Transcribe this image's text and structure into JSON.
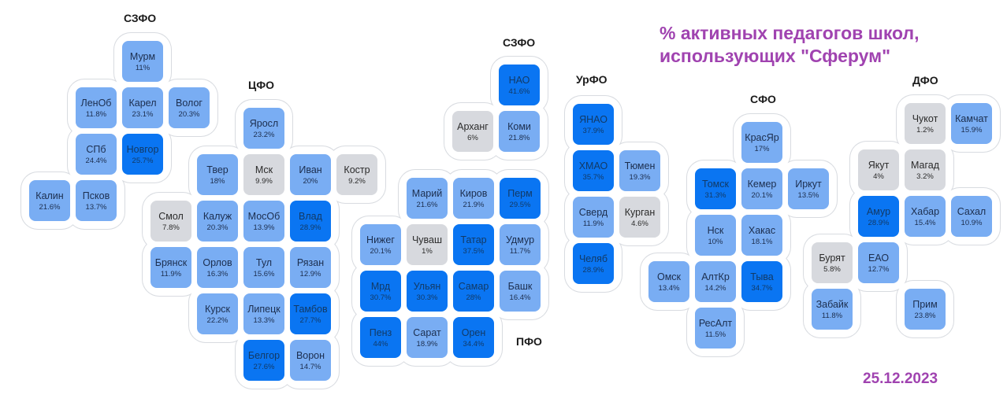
{
  "title": {
    "line1": "% активных педагогов школ,",
    "line2": "использующих \"Сферум\""
  },
  "date": "25.12.2023",
  "colors": {
    "high": "#0a75f2",
    "mid": "#79adf3",
    "low": "#d7d9de",
    "accent": "#a043b0"
  },
  "districts": [
    {
      "id": "szfo-west",
      "label": "СЗФО"
    },
    {
      "id": "cfo",
      "label": "ЦФО"
    },
    {
      "id": "szfo-north",
      "label": "СЗФО"
    },
    {
      "id": "pfo",
      "label": "ПФО"
    },
    {
      "id": "urfo",
      "label": "УрФО"
    },
    {
      "id": "sfo",
      "label": "СФО"
    },
    {
      "id": "dfo",
      "label": "ДФО"
    }
  ],
  "regions": [
    {
      "district": "szfo-west",
      "name": "Мурм",
      "value": "11%",
      "level": "mid"
    },
    {
      "district": "szfo-west",
      "name": "ЛенОб",
      "value": "11.8%",
      "level": "mid"
    },
    {
      "district": "szfo-west",
      "name": "Карел",
      "value": "23.1%",
      "level": "mid"
    },
    {
      "district": "szfo-west",
      "name": "Волог",
      "value": "20.3%",
      "level": "mid"
    },
    {
      "district": "szfo-west",
      "name": "СПб",
      "value": "24.4%",
      "level": "mid"
    },
    {
      "district": "szfo-west",
      "name": "Новгор",
      "value": "25.7%",
      "level": "high"
    },
    {
      "district": "szfo-west",
      "name": "Калин",
      "value": "21.6%",
      "level": "mid"
    },
    {
      "district": "szfo-west",
      "name": "Псков",
      "value": "13.7%",
      "level": "mid"
    },
    {
      "district": "cfo",
      "name": "Яросл",
      "value": "23.2%",
      "level": "mid"
    },
    {
      "district": "cfo",
      "name": "Твер",
      "value": "18%",
      "level": "mid"
    },
    {
      "district": "cfo",
      "name": "Мск",
      "value": "9.9%",
      "level": "low"
    },
    {
      "district": "cfo",
      "name": "Иван",
      "value": "20%",
      "level": "mid"
    },
    {
      "district": "cfo",
      "name": "Костр",
      "value": "9.2%",
      "level": "low"
    },
    {
      "district": "cfo",
      "name": "Смол",
      "value": "7.8%",
      "level": "low"
    },
    {
      "district": "cfo",
      "name": "Калуж",
      "value": "20.3%",
      "level": "mid"
    },
    {
      "district": "cfo",
      "name": "МосОб",
      "value": "13.9%",
      "level": "mid"
    },
    {
      "district": "cfo",
      "name": "Влад",
      "value": "28.9%",
      "level": "high"
    },
    {
      "district": "cfo",
      "name": "Брянск",
      "value": "11.9%",
      "level": "mid"
    },
    {
      "district": "cfo",
      "name": "Орлов",
      "value": "16.3%",
      "level": "mid"
    },
    {
      "district": "cfo",
      "name": "Тул",
      "value": "15.6%",
      "level": "mid"
    },
    {
      "district": "cfo",
      "name": "Рязан",
      "value": "12.9%",
      "level": "mid"
    },
    {
      "district": "cfo",
      "name": "Курск",
      "value": "22.2%",
      "level": "mid"
    },
    {
      "district": "cfo",
      "name": "Липецк",
      "value": "13.3%",
      "level": "mid"
    },
    {
      "district": "cfo",
      "name": "Тамбов",
      "value": "27.7%",
      "level": "high"
    },
    {
      "district": "cfo",
      "name": "Белгор",
      "value": "27.6%",
      "level": "high"
    },
    {
      "district": "cfo",
      "name": "Ворон",
      "value": "14.7%",
      "level": "mid"
    },
    {
      "district": "szfo-north",
      "name": "НАО",
      "value": "41.6%",
      "level": "high"
    },
    {
      "district": "szfo-north",
      "name": "Арханг",
      "value": "6%",
      "level": "low"
    },
    {
      "district": "szfo-north",
      "name": "Коми",
      "value": "21.8%",
      "level": "mid"
    },
    {
      "district": "pfo",
      "name": "Марий",
      "value": "21.6%",
      "level": "mid"
    },
    {
      "district": "pfo",
      "name": "Киров",
      "value": "21.9%",
      "level": "mid"
    },
    {
      "district": "pfo",
      "name": "Перм",
      "value": "29.5%",
      "level": "high"
    },
    {
      "district": "pfo",
      "name": "Нижег",
      "value": "20.1%",
      "level": "mid"
    },
    {
      "district": "pfo",
      "name": "Чуваш",
      "value": "1%",
      "level": "low"
    },
    {
      "district": "pfo",
      "name": "Татар",
      "value": "37.5%",
      "level": "high"
    },
    {
      "district": "pfo",
      "name": "Удмур",
      "value": "11.7%",
      "level": "mid"
    },
    {
      "district": "pfo",
      "name": "Мрд",
      "value": "30.7%",
      "level": "high"
    },
    {
      "district": "pfo",
      "name": "Ульян",
      "value": "30.3%",
      "level": "high"
    },
    {
      "district": "pfo",
      "name": "Самар",
      "value": "28%",
      "level": "high"
    },
    {
      "district": "pfo",
      "name": "Башк",
      "value": "16.4%",
      "level": "mid"
    },
    {
      "district": "pfo",
      "name": "Пенз",
      "value": "44%",
      "level": "high"
    },
    {
      "district": "pfo",
      "name": "Сарат",
      "value": "18.9%",
      "level": "mid"
    },
    {
      "district": "pfo",
      "name": "Орен",
      "value": "34.4%",
      "level": "high"
    },
    {
      "district": "urfo",
      "name": "ЯНАО",
      "value": "37.9%",
      "level": "high"
    },
    {
      "district": "urfo",
      "name": "ХМАО",
      "value": "35.7%",
      "level": "high"
    },
    {
      "district": "urfo",
      "name": "Тюмен",
      "value": "19.3%",
      "level": "mid"
    },
    {
      "district": "urfo",
      "name": "Сверд",
      "value": "11.9%",
      "level": "mid"
    },
    {
      "district": "urfo",
      "name": "Курган",
      "value": "4.6%",
      "level": "low"
    },
    {
      "district": "urfo",
      "name": "Челяб",
      "value": "28.9%",
      "level": "high"
    },
    {
      "district": "sfo",
      "name": "КрасЯр",
      "value": "17%",
      "level": "mid"
    },
    {
      "district": "sfo",
      "name": "Томск",
      "value": "31.3%",
      "level": "high"
    },
    {
      "district": "sfo",
      "name": "Кемер",
      "value": "20.1%",
      "level": "mid"
    },
    {
      "district": "sfo",
      "name": "Иркут",
      "value": "13.5%",
      "level": "mid"
    },
    {
      "district": "sfo",
      "name": "Нск",
      "value": "10%",
      "level": "mid"
    },
    {
      "district": "sfo",
      "name": "Хакас",
      "value": "18.1%",
      "level": "mid"
    },
    {
      "district": "sfo",
      "name": "Омск",
      "value": "13.4%",
      "level": "mid"
    },
    {
      "district": "sfo",
      "name": "АлтКр",
      "value": "14.2%",
      "level": "mid"
    },
    {
      "district": "sfo",
      "name": "Тыва",
      "value": "34.7%",
      "level": "high"
    },
    {
      "district": "sfo",
      "name": "РесАлт",
      "value": "11.5%",
      "level": "mid"
    },
    {
      "district": "dfo",
      "name": "Чукот",
      "value": "1.2%",
      "level": "low"
    },
    {
      "district": "dfo",
      "name": "Камчат",
      "value": "15.9%",
      "level": "mid"
    },
    {
      "district": "dfo",
      "name": "Якут",
      "value": "4%",
      "level": "low"
    },
    {
      "district": "dfo",
      "name": "Магад",
      "value": "3.2%",
      "level": "low"
    },
    {
      "district": "dfo",
      "name": "Амур",
      "value": "28.9%",
      "level": "high"
    },
    {
      "district": "dfo",
      "name": "Хабар",
      "value": "15.4%",
      "level": "mid"
    },
    {
      "district": "dfo",
      "name": "Сахал",
      "value": "10.9%",
      "level": "mid"
    },
    {
      "district": "dfo",
      "name": "Бурят",
      "value": "5.8%",
      "level": "low"
    },
    {
      "district": "dfo",
      "name": "ЕАО",
      "value": "12.7%",
      "level": "mid"
    },
    {
      "district": "dfo",
      "name": "Забайк",
      "value": "11.8%",
      "level": "mid"
    },
    {
      "district": "dfo",
      "name": "Прим",
      "value": "23.8%",
      "level": "mid"
    }
  ]
}
